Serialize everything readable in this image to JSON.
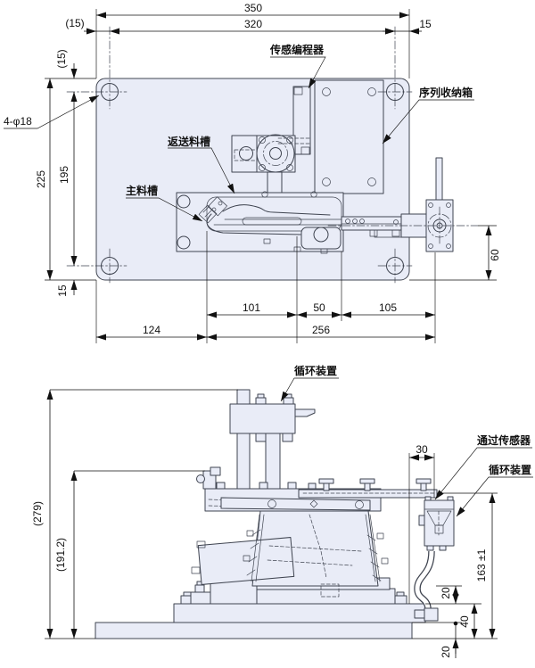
{
  "top_view": {
    "labels": {
      "sensor_programmer": "传感编程器",
      "sequence_storage_box": "序列收纳箱",
      "return_chute": "返送料槽",
      "main_chute": "主料槽",
      "hole_callout": "4-φ18"
    },
    "dims": {
      "overall_width": "350",
      "hole_pitch_width": "320",
      "edge_offset_top_left": "(15)",
      "edge_offset_top_right": "15",
      "edge_offset_left_top": "(15)",
      "overall_height": "225",
      "hole_pitch_height": "195",
      "edge_offset_left_bottom": "15",
      "outlet_height": "60",
      "seg_101": "101",
      "seg_50": "50",
      "seg_105": "105",
      "seg_124": "124",
      "seg_256": "256"
    }
  },
  "side_view": {
    "labels": {
      "circulation_device_top": "循环装置",
      "pass_through_sensor": "通过传感器",
      "circulation_device_right": "循环装置"
    },
    "dims": {
      "overall_height": "(279)",
      "upper_height": "(191.2)",
      "sensor_height": "163 ±1",
      "sensor_offset": "30",
      "cable_clearance": "20",
      "base_height": "40",
      "base_plate_thickness": "20"
    }
  }
}
